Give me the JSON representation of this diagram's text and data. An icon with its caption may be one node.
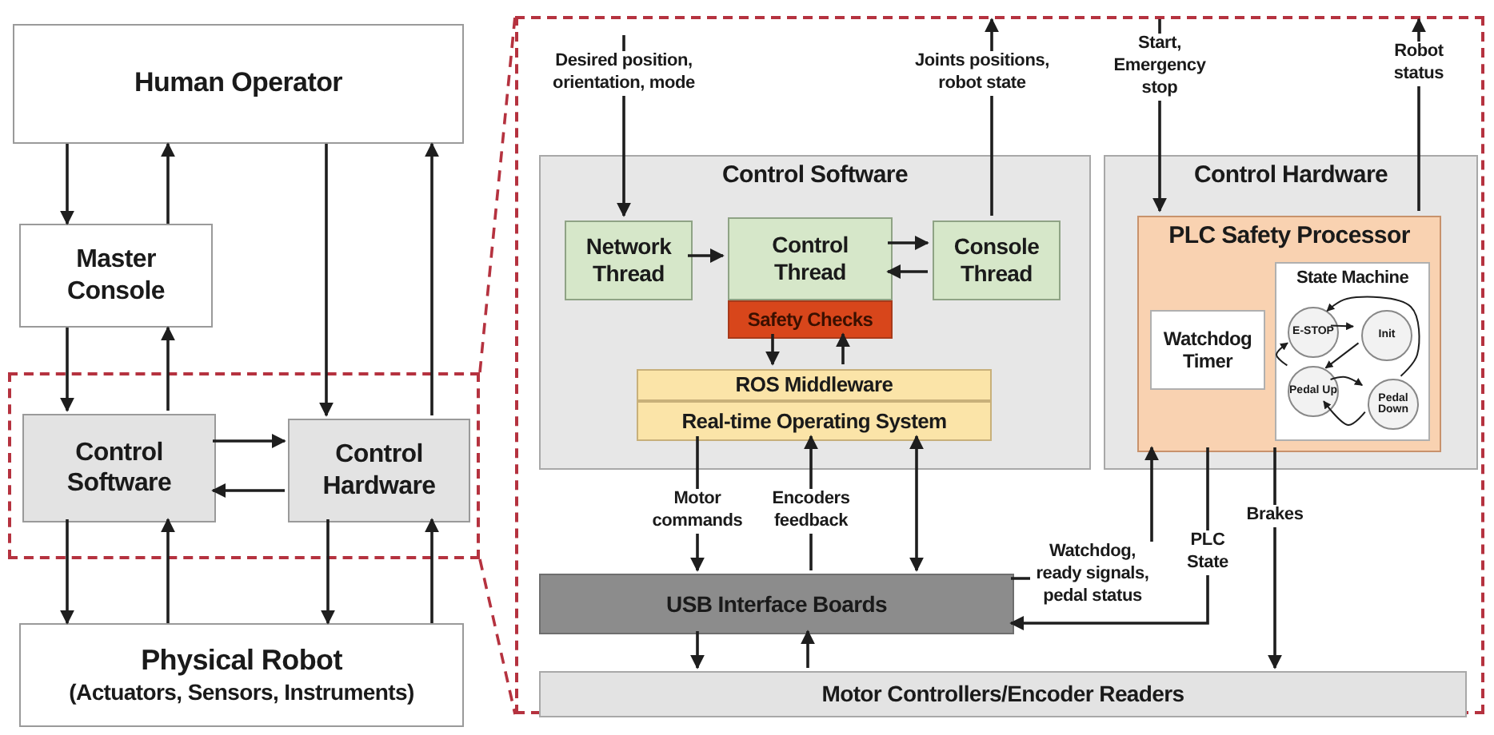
{
  "diagram": {
    "nodes": [
      {
        "text": [
          "Human Operator"
        ]
      },
      {
        "text": [
          "Master Console"
        ]
      },
      {
        "text": [],
        "shape": "box"
      },
      {
        "text": [
          "Control Software"
        ],
        "in": 2
      },
      {
        "text": [
          "Control Hardware"
        ],
        "in": 2
      },
      {
        "text": [
          "Physical Robot",
          "(Actuators, Sensors, Instruments)"
        ]
      },
      {
        "text": [],
        "shape": "box"
      },
      {
        "text": [
          "Control Software"
        ],
        "in": 6
      },
      {
        "text": [
          "Network Thread"
        ],
        "in": 7
      },
      {
        "text": [
          "Control Thread"
        ],
        "in": 7
      },
      {
        "text": [
          "Safety Checks"
        ],
        "in": 7
      },
      {
        "text": [
          "Console Thread"
        ],
        "in": 7
      },
      {
        "text": [
          "ROS Middleware"
        ],
        "in": 7
      },
      {
        "text": [
          "Real-time Operating System"
        ],
        "in": 7
      },
      {
        "text": [
          "Control Hardware"
        ],
        "in": 6
      },
      {
        "text": [
          "PLC Safety Processor"
        ],
        "in": 14
      },
      {
        "text": [
          "Watchdog Timer"
        ],
        "in": 15
      },
      {
        "text": [
          "State Machine"
        ],
        "in": 15
      },
      {
        "text": [
          "E-STOP"
        ],
        "in": 17
      },
      {
        "text": [
          "Init"
        ],
        "in": 17
      },
      {
        "text": [
          "Pedal Up"
        ],
        "in": 17
      },
      {
        "text": [
          "Pedal Down"
        ],
        "in": 17
      },
      {
        "text": [
          "USB Interface Boards"
        ],
        "in": 6
      },
      {
        "text": [
          "Motor Controllers/Encoder Readers"
        ],
        "in": 6
      }
    ],
    "edges": [
      {
        "from": 0,
        "to": 1,
        "arrow": "to"
      },
      {
        "from": 1,
        "to": 0,
        "arrow": "to"
      },
      {
        "from": 1,
        "to": 3,
        "arrow": "to"
      },
      {
        "from": 3,
        "to": 1,
        "arrow": "to"
      },
      {
        "from": 0,
        "to": 4,
        "arrow": "to"
      },
      {
        "from": 4,
        "to": 0,
        "arrow": "to"
      },
      {
        "from": 3,
        "to": 4,
        "arrow": "to"
      },
      {
        "from": 4,
        "to": 3,
        "arrow": "to"
      },
      {
        "from": 3,
        "to": 5,
        "arrow": "to"
      },
      {
        "from": 5,
        "to": 3,
        "arrow": "to"
      },
      {
        "from": 4,
        "to": 5,
        "arrow": "to"
      },
      {
        "from": 5,
        "to": 4,
        "arrow": "to"
      },
      {
        "from": 2,
        "to": 6,
        "arrow": "none",
        "style": "dashed",
        "color": "#b5323f"
      },
      {
        "from": 2,
        "to": 6,
        "arrow": "none",
        "style": "dashed",
        "color": "#b5323f"
      },
      {
        "from": null,
        "to": 8,
        "arrow": "to",
        "label": "Desired position, orientation, mode"
      },
      {
        "from": 8,
        "to": 9,
        "arrow": "to"
      },
      {
        "from": 9,
        "to": 11,
        "arrow": "to"
      },
      {
        "from": 11,
        "to": 9,
        "arrow": "to"
      },
      {
        "from": 11,
        "to": null,
        "arrow": "to",
        "label": "Joints positions, robot state"
      },
      {
        "from": 10,
        "to": 12,
        "arrow": "to"
      },
      {
        "from": 12,
        "to": 10,
        "arrow": "to"
      },
      {
        "from": 13,
        "to": 22,
        "arrow": "to",
        "label": "Motor commands"
      },
      {
        "from": 22,
        "to": 13,
        "arrow": "to",
        "label": "Encoders feedback"
      },
      {
        "from": 13,
        "to": 22,
        "arrow": "both"
      },
      {
        "from": null,
        "to": 15,
        "arrow": "to",
        "label": "Start, Emergency stop"
      },
      {
        "from": 15,
        "to": null,
        "arrow": "to",
        "label": "Robot status"
      },
      {
        "from": 22,
        "to": 15,
        "arrow": "to",
        "label": "Watchdog, ready signals, pedal status"
      },
      {
        "from": 15,
        "to": 22,
        "arrow": "to",
        "label": "PLC State"
      },
      {
        "from": 15,
        "to": 23,
        "arrow": "to",
        "label": "Brakes"
      },
      {
        "from": 22,
        "to": 23,
        "arrow": "to"
      },
      {
        "from": 23,
        "to": 22,
        "arrow": "to"
      },
      {
        "from": 18,
        "to": 19,
        "arrow": "to"
      },
      {
        "from": 19,
        "to": 20,
        "arrow": "to"
      },
      {
        "from": 20,
        "to": 21,
        "arrow": "to"
      },
      {
        "from": 21,
        "to": 20,
        "arrow": "to"
      },
      {
        "from": 21,
        "to": 18,
        "arrow": "to"
      },
      {
        "from": 20,
        "to": 18,
        "arrow": "to"
      }
    ]
  }
}
